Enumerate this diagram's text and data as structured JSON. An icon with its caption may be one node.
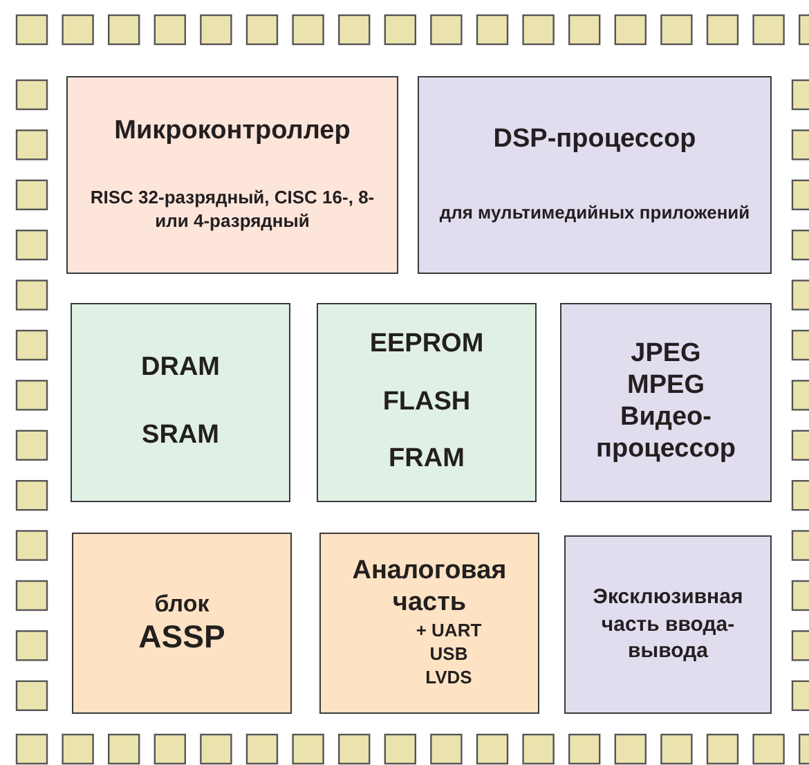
{
  "diagram": {
    "nodes": [
      {
        "text": [
          "Микроконтроллер",
          "RISC 32-разрядный, CISC 16-, 8- или 4-разрядный"
        ]
      },
      {
        "text": [
          "DSP-процессор",
          "для мультимедийных приложений"
        ]
      },
      {
        "text": [
          "DRAM",
          "SRAM"
        ]
      },
      {
        "text": [
          "EEPROM",
          "FLASH",
          "FRAM"
        ]
      },
      {
        "text": [
          "JPEG",
          "MPEG",
          "Видео-процессор"
        ]
      },
      {
        "text": [
          "блок",
          "ASSP"
        ]
      },
      {
        "text": [
          "Аналоговая часть",
          "+ UART USB LVDS"
        ]
      },
      {
        "text": [
          "Эксклюзивная часть ввода-вывода"
        ]
      }
    ],
    "edges": []
  }
}
